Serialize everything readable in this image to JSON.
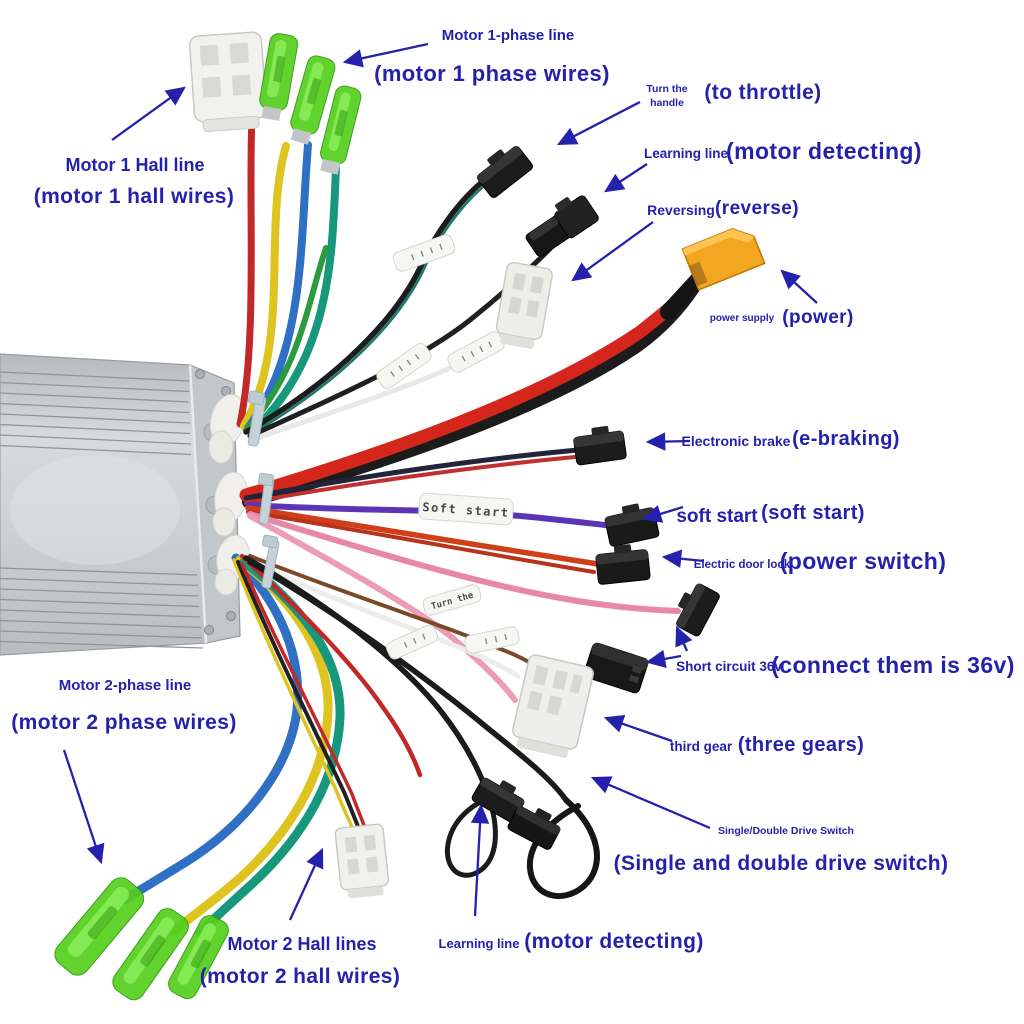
{
  "colors": {
    "annotation_blue": "#2421ac",
    "controller_body": "#c9cdd1",
    "power_connector": "#f3a622",
    "phase_connector_green": "#55d01d"
  },
  "annotations": [
    {
      "id": "motor1-phase",
      "small": "Motor 1-phase line",
      "big": "(motor 1 phase wires)"
    },
    {
      "id": "motor1-hall",
      "small": "Motor 1 Hall line",
      "big": "(motor 1 hall wires)"
    },
    {
      "id": "throttle",
      "small_line1": "Turn the",
      "small_line2": "handle",
      "big": "(to throttle)"
    },
    {
      "id": "learning-1",
      "small": "Learning line",
      "big": "(motor detecting)"
    },
    {
      "id": "reversing",
      "small": "Reversing",
      "big": "(reverse)"
    },
    {
      "id": "power",
      "small": "power supply",
      "big": "(power)"
    },
    {
      "id": "e-brake",
      "small": "Electronic brake",
      "big": "(e-braking)"
    },
    {
      "id": "soft-start",
      "small": "soft start",
      "big": "(soft start)"
    },
    {
      "id": "door-lock",
      "small": "Electric door lock",
      "big": "(power switch)"
    },
    {
      "id": "short-circuit",
      "small": "Short circuit 36v",
      "big": "(connect them is 36v)"
    },
    {
      "id": "third-gear",
      "small": "third gear",
      "big": "(three gears)"
    },
    {
      "id": "drive-switch",
      "small": "Single/Double Drive Switch",
      "big": "(Single and double drive switch)"
    },
    {
      "id": "motor2-phase",
      "small": "Motor 2-phase line",
      "big": "(motor 2 phase wires)"
    },
    {
      "id": "motor2-hall",
      "small": "Motor 2 Hall lines",
      "big": "(motor 2 hall wires)"
    },
    {
      "id": "learning-2",
      "small": "Learning line",
      "big": "(motor detecting)"
    }
  ],
  "wire_sleeves": {
    "soft_start": "Soft start",
    "turn_the": "Turn the"
  }
}
